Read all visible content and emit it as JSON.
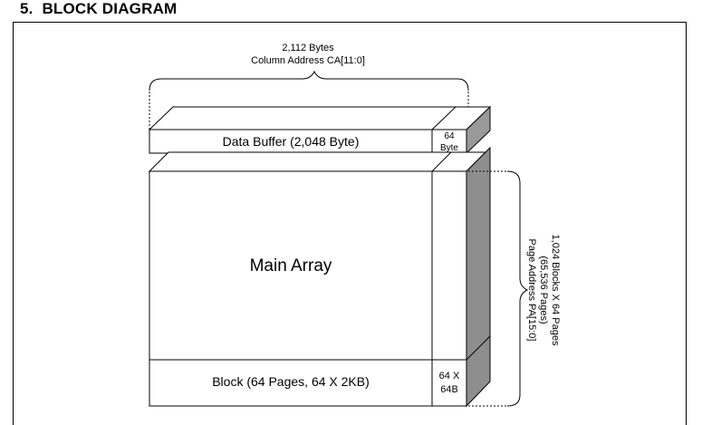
{
  "section": {
    "number": "5.",
    "title": "BLOCK DIAGRAM"
  },
  "column_label": {
    "line1": "2,112 Bytes",
    "line2": "Column Address CA[11:0]"
  },
  "data_buffer": {
    "label": "Data Buffer (2,048 Byte)",
    "spare_line1": "64",
    "spare_line2": "Byte"
  },
  "main_array": {
    "label": "Main Array"
  },
  "block": {
    "label": "Block (64 Pages, 64 X 2KB)",
    "spare_line1": "64 X",
    "spare_line2": "64B"
  },
  "page_label": {
    "line1": "1,024 Blocks X 64 Pages",
    "line2": "(65,536 Pages)",
    "line3": "Page Address PA[15:0]"
  }
}
